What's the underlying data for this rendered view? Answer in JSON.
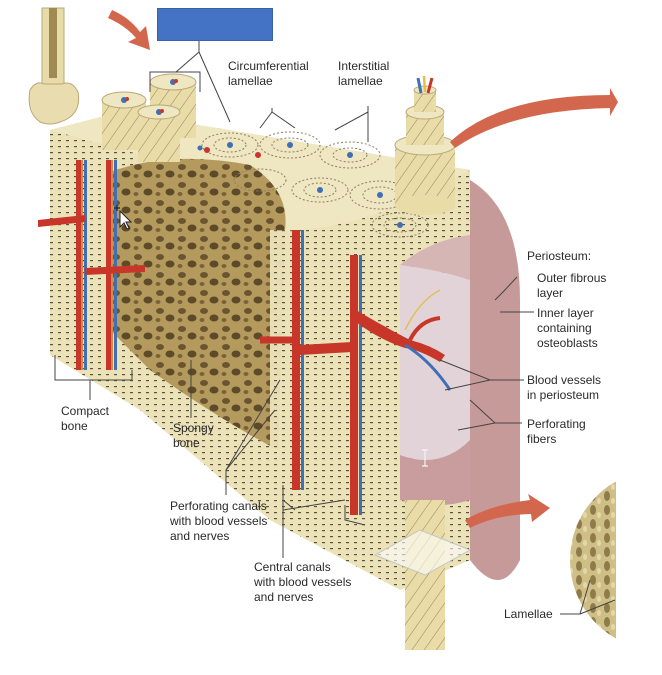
{
  "figure": {
    "title_box": {
      "text": "",
      "color": "#4472c4"
    },
    "labels": {
      "circumferential_lamellae": "Circumferential\nlamellae",
      "interstitial_lamellae": "Interstitial\nlamellae",
      "periosteum": "Periosteum:",
      "outer_fibrous_layer": "Outer fibrous\nlayer",
      "inner_layer": "Inner layer\ncontaining\nosteoblasts",
      "blood_vessels_periosteum": "Blood vessels\nin periosteum",
      "perforating_fibers": "Perforating\nfibers",
      "compact_bone": "Compact\nbone",
      "spongy_bone": "Spongy\nbone",
      "perforating_canals": "Perforating canals\nwith blood vessels\nand nerves",
      "central_canals": "Central canals\nwith blood vessels\nand nerves",
      "lamellae": "Lamellae"
    },
    "colors": {
      "bone": "#e8dcae",
      "bone_dark": "#c9b77c",
      "spongy": "#8a7447",
      "periosteum": "#c79a9a",
      "artery": "#c8362a",
      "vein": "#3f6fb5",
      "nerve": "#e3c04a",
      "arrow": "#d2674e"
    }
  }
}
